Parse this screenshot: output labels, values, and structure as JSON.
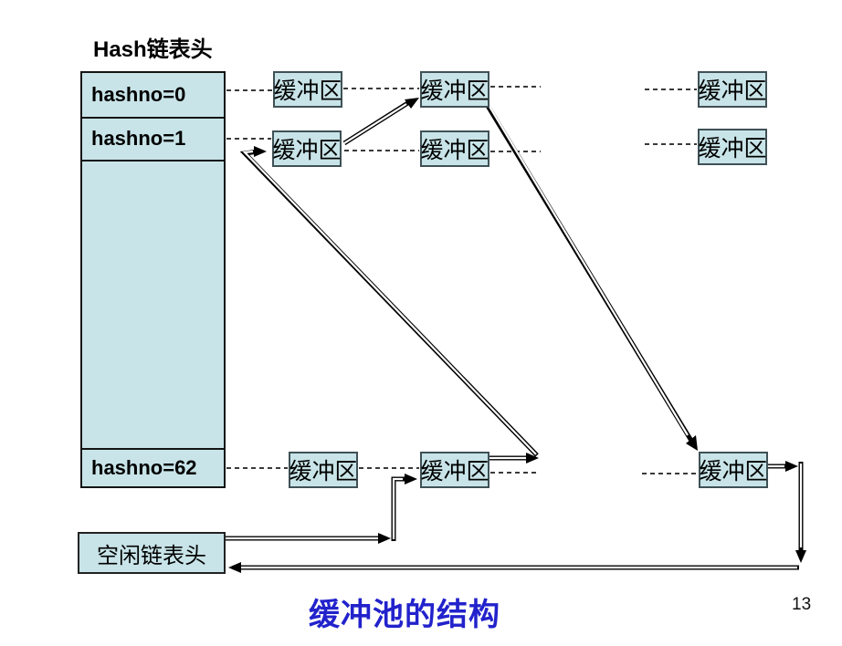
{
  "hash_table": {
    "header": "Hash链表头",
    "rows": [
      {
        "label": "hashno=0"
      },
      {
        "label": "hashno=1"
      },
      {
        "label": "hashno=62"
      }
    ]
  },
  "free_list": {
    "label": "空闲链表头"
  },
  "buffers": [
    {
      "label": "缓冲区"
    },
    {
      "label": "缓冲区"
    },
    {
      "label": "缓冲区"
    },
    {
      "label": "缓冲区"
    },
    {
      "label": "缓冲区"
    },
    {
      "label": "缓冲区"
    },
    {
      "label": "缓冲区"
    },
    {
      "label": "缓冲区"
    },
    {
      "label": "缓冲区"
    }
  ],
  "footer": {
    "title": "缓冲池的结构",
    "page_number": "13"
  },
  "colors": {
    "box_fill": "#c8e4e8",
    "title_blue": "#2222cc"
  }
}
